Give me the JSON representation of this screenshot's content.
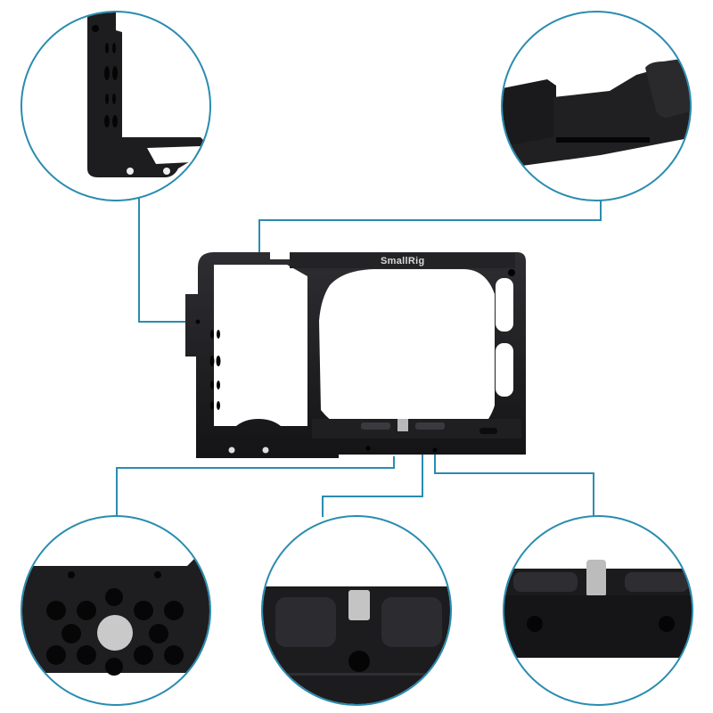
{
  "product": {
    "brand_label": "SmallRig",
    "description": "Camera cage with detail callouts"
  },
  "colors": {
    "connector_line": "#2a8cb0",
    "metal": "#1c1c1e",
    "metal_highlight": "#3a3a3e",
    "screw": "#c8c8c8",
    "background": "#ffffff"
  },
  "callouts": [
    {
      "id": "top-left",
      "feature": "side-handle-mount-holes"
    },
    {
      "id": "top-right",
      "feature": "cold-shoe-mount"
    },
    {
      "id": "bottom-left",
      "feature": "bottom-threaded-holes-array"
    },
    {
      "id": "bottom-center",
      "feature": "quick-release-screw-with-rubber-pads"
    },
    {
      "id": "bottom-right",
      "feature": "side-threaded-holes"
    }
  ]
}
